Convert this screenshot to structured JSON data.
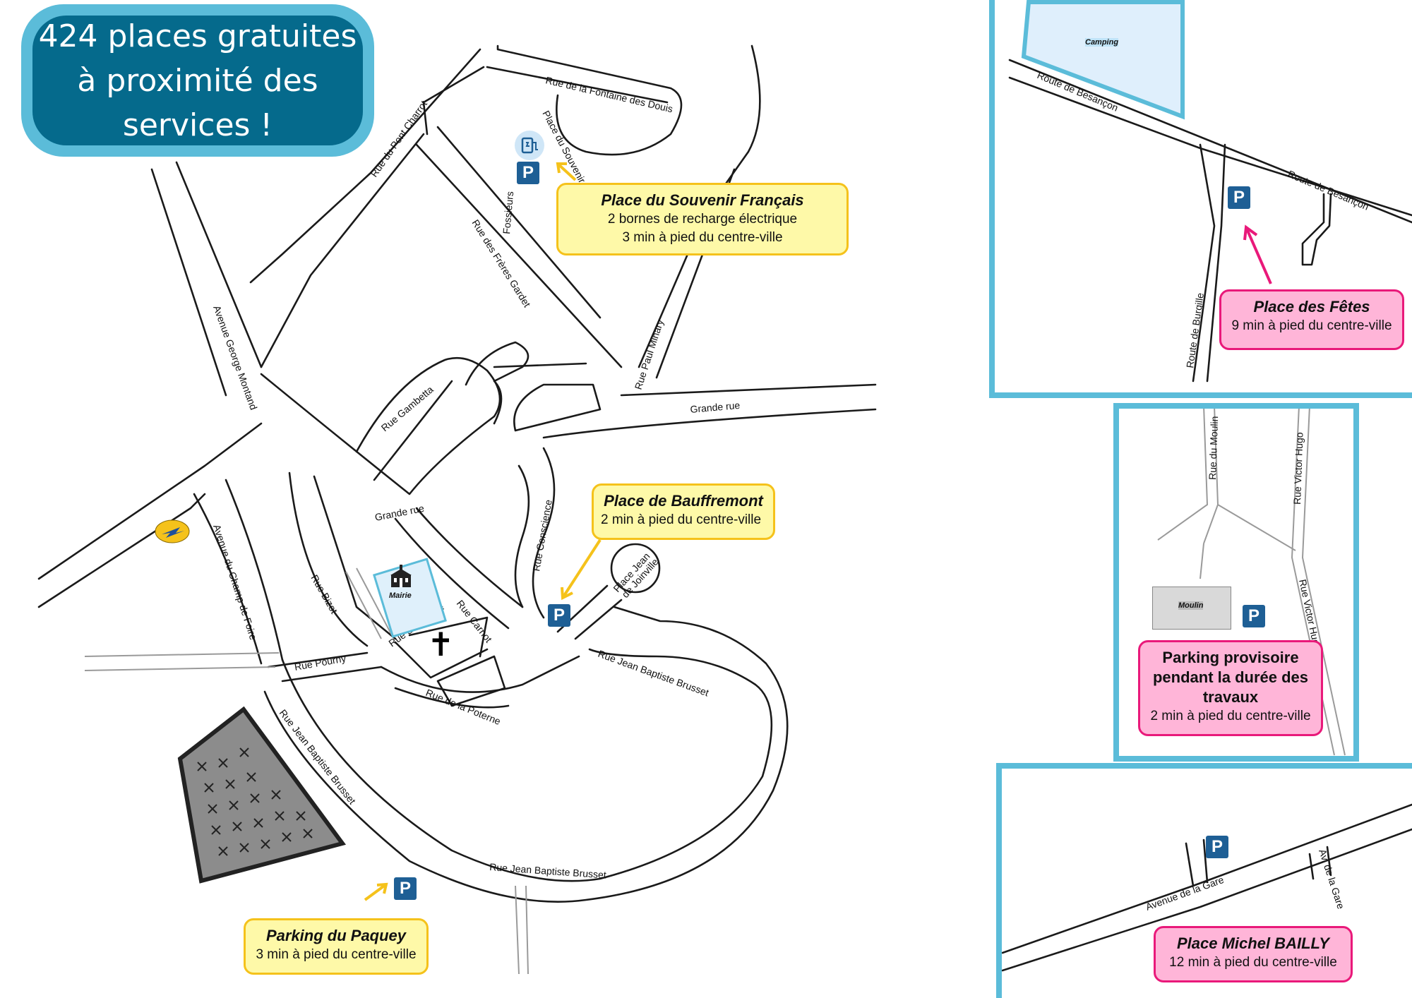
{
  "headline": {
    "line1": "424 places gratuites",
    "line2": "à proximité des",
    "line3": "services !"
  },
  "callouts": {
    "souvenir": {
      "title": "Place du Souvenir Français",
      "line1": "2 bornes de recharge électrique",
      "line2": "3 min à pied du centre-ville"
    },
    "bauffremont": {
      "title": "Place de Bauffremont",
      "line1": "2 min à pied du centre-ville"
    },
    "paquey": {
      "title": "Parking du Paquey",
      "line1": "3 min à pied du centre-ville"
    },
    "fetes": {
      "title": "Place des Fêtes",
      "line1": "9 min à pied du centre-ville"
    },
    "provisoire": {
      "title_l1": "Parking provisoire",
      "title_l2": "pendant la durée des",
      "title_l3": "travaux",
      "line1": "2 min à pied du centre-ville"
    },
    "bailly": {
      "title": "Place Michel BAILLY",
      "line1": "12 min à pied du centre-ville"
    }
  },
  "parking_symbol": "P",
  "places": {
    "mairie": "Mairie",
    "camping": "Camping",
    "moulin": "Moulin",
    "jean_joinville": "Place Jean",
    "jean_joinville2": "de Joinville"
  },
  "streets": {
    "fontaine_douis": "Rue de la Fontaine des Douis",
    "souvenir_francais": "Place du Souvenir Français",
    "pont_charrot": "Rue du Pont Charrot",
    "freres_gardet": "Rue des Frères Gardet",
    "fossieurs": "Fossieurs",
    "paul_minary": "Rue Paul Minary",
    "george_montand": "Avenue George Montand",
    "gambetta": "Rue Gambetta",
    "grande_rue": "Grande rue",
    "conscience": "Rue Conscience",
    "champ_de_foire": "Avenue du Champ de Foire",
    "bizot": "Rue Bizot",
    "eglise": "Rue de l'Eglise",
    "carnot": "Rue Carnot",
    "pourny": "Rue Pourny",
    "poterne": "Rue de la Poterne",
    "brusset": "Rue Jean Baptiste  Brusset",
    "brusset2": "Rue Jean Baptiste Brusset",
    "besancon": "Route de Besançon",
    "burgille": "Route de Burgille",
    "moulin": "Rue du Moulin",
    "victor_hugo": "Rue Victor Hugo",
    "avenue_gare": "Avenue de la Gare",
    "av_gare": "Av. de la Gare"
  },
  "colors": {
    "frame": "#5bbcd9",
    "headline_bg": "#056a8c",
    "yellow_fill": "#fef9a8",
    "yellow_border": "#f5c21b",
    "pink_fill": "#ffb5d8",
    "pink_border": "#e9197a",
    "parking": "#1e5f95"
  },
  "icons": [
    "parking-icon",
    "ev-charging-icon",
    "town-hall-icon",
    "church-cross-icon",
    "post-office-icon",
    "arrow-icon"
  ]
}
